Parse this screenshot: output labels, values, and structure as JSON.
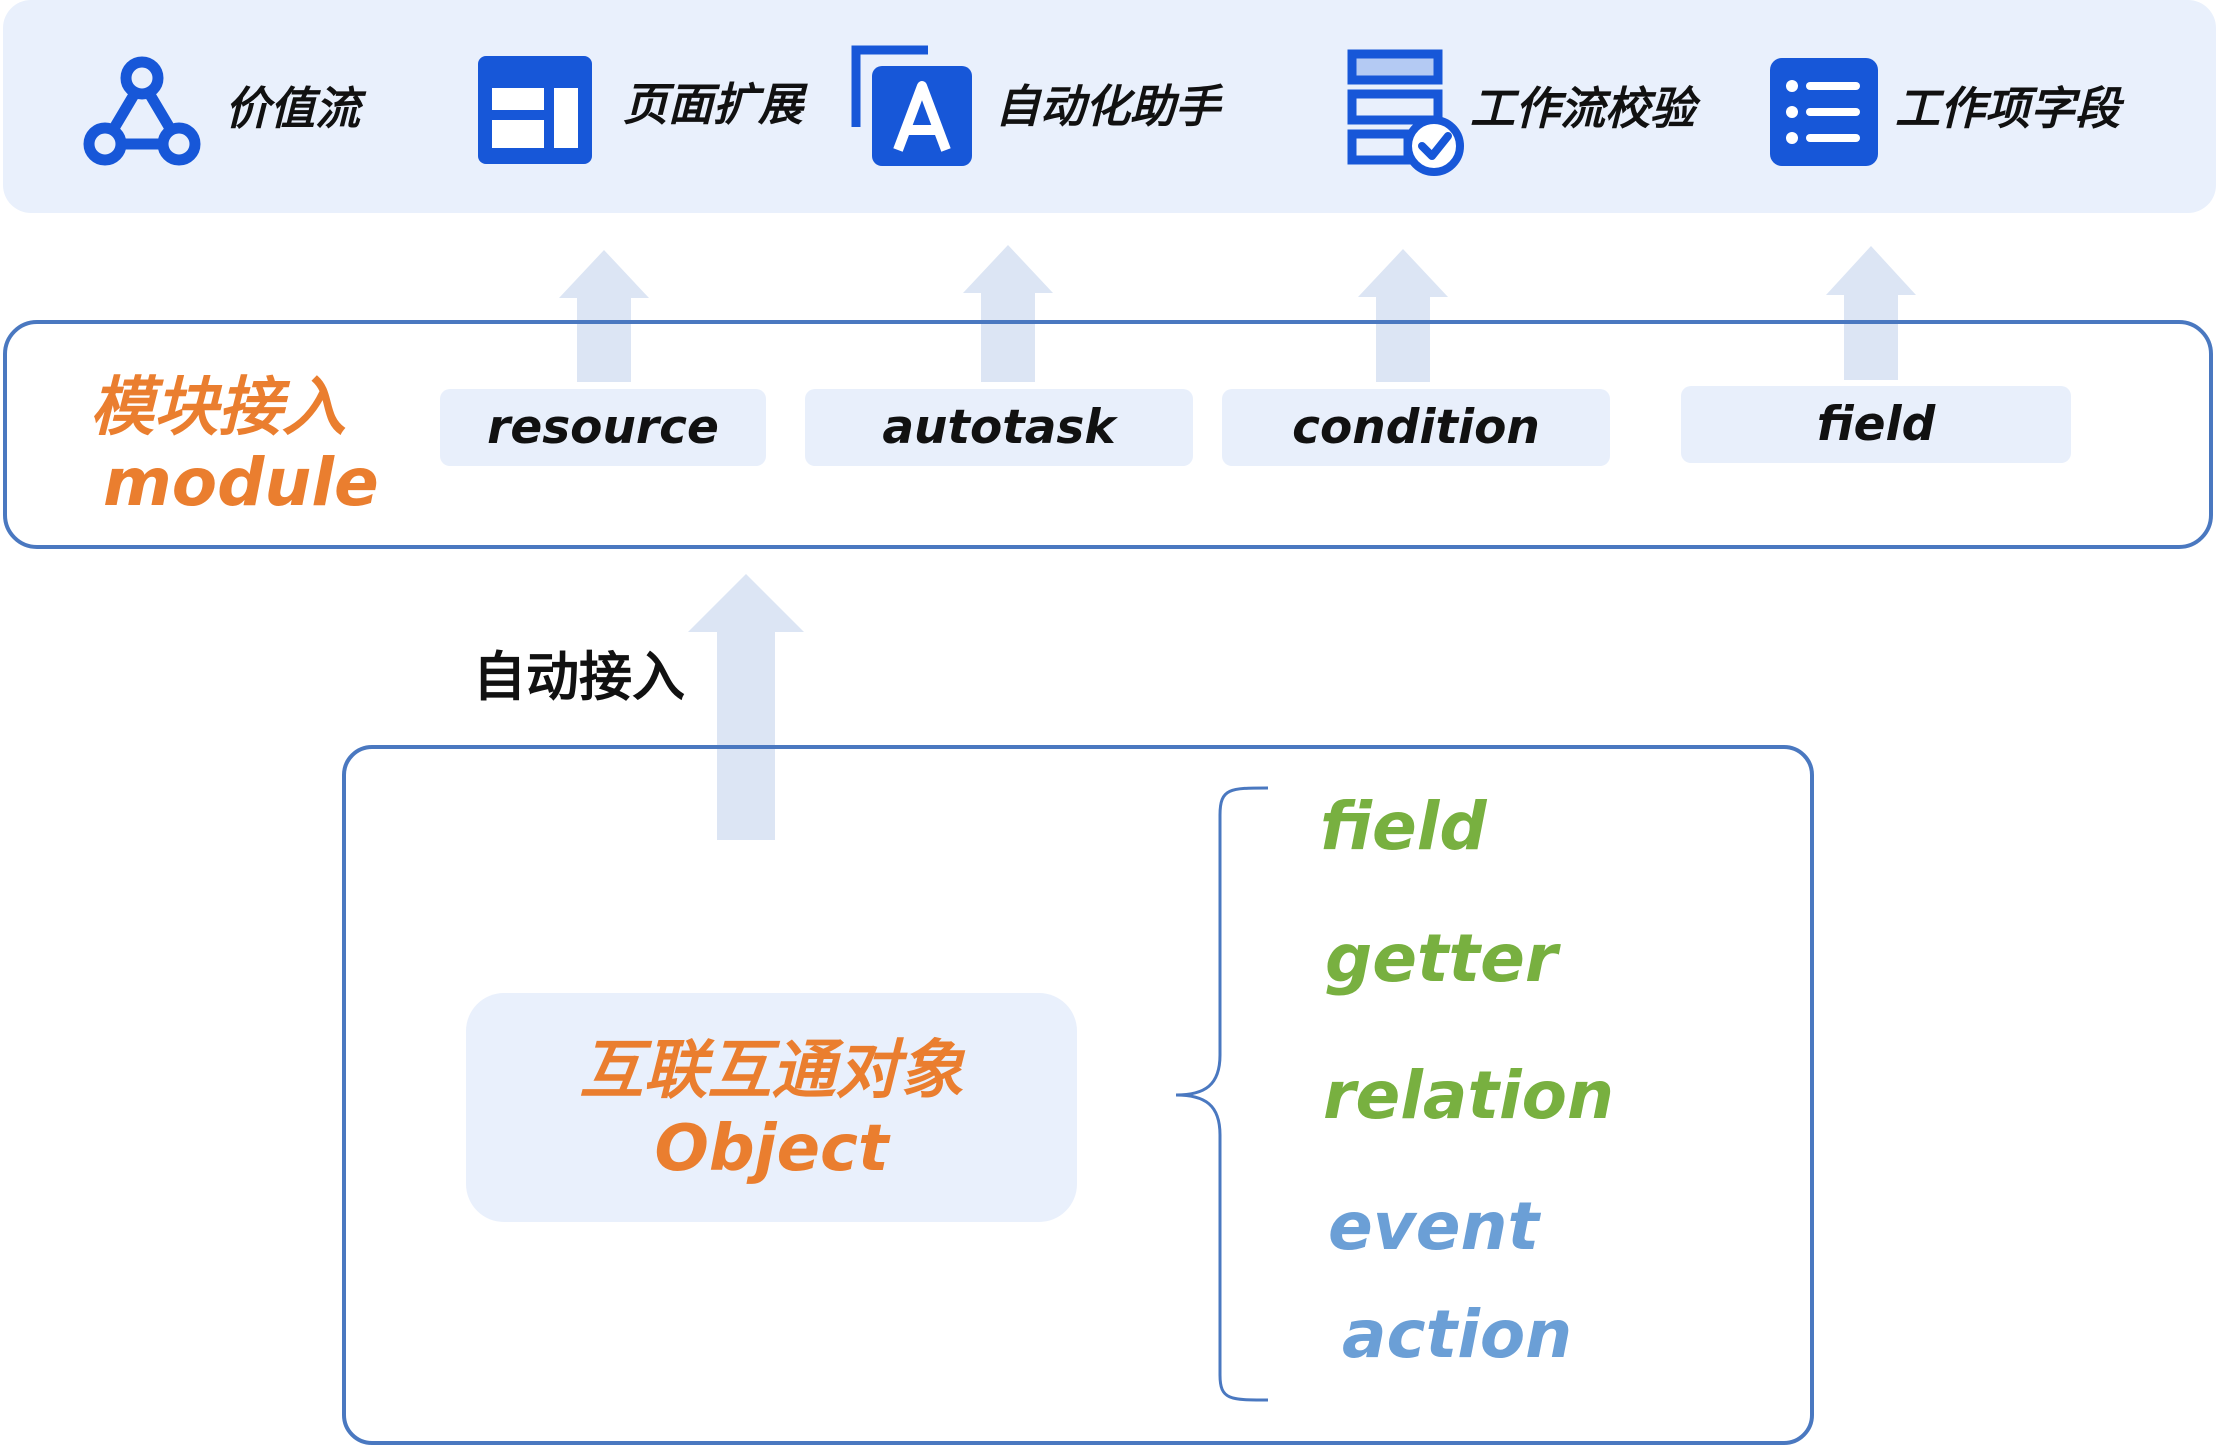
{
  "features": [
    {
      "label": "价值流",
      "icon": "webhook-icon"
    },
    {
      "label": "页面扩展",
      "icon": "page-layout-icon"
    },
    {
      "label": "自动化助手",
      "icon": "automation-a-icon"
    },
    {
      "label": "工作流校验",
      "icon": "workflow-check-icon"
    },
    {
      "label": "工作项字段",
      "icon": "list-icon"
    }
  ],
  "module": {
    "title_cn": "模块接入",
    "title_en": "module",
    "chips": [
      "resource",
      "autotask",
      "condition",
      "field"
    ]
  },
  "auto_access_label": "自动接入",
  "object": {
    "title_cn": "互联互通对象",
    "title_en": "Object",
    "members": [
      {
        "label": "field",
        "color": "green"
      },
      {
        "label": "getter",
        "color": "green"
      },
      {
        "label": "relation",
        "color": "green"
      },
      {
        "label": "event",
        "color": "blue"
      },
      {
        "label": "action",
        "color": "blue"
      }
    ]
  },
  "colors": {
    "band_bg": "#e9f0fc",
    "icon_blue": "#1757d8",
    "border_blue": "#4a78c0",
    "arrow_fill": "#dce5f4",
    "orange": "#ea7e2f",
    "green": "#78b040",
    "light_blue": "#6b9fd6"
  }
}
